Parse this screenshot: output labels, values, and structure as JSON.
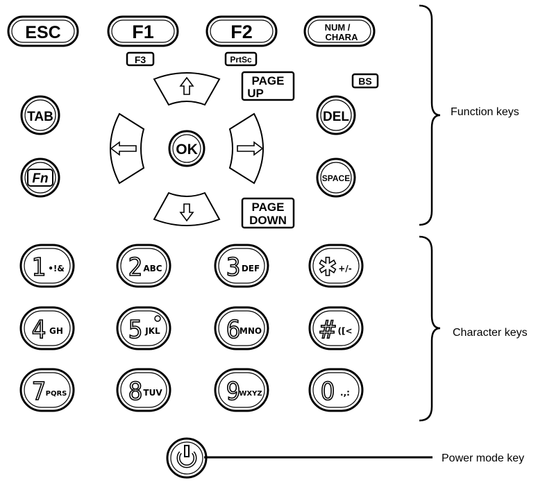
{
  "function_keys": {
    "esc": "ESC",
    "f1": "F1",
    "f2": "F2",
    "num_chara_line1": "NUM /",
    "num_chara_line2": "CHARA",
    "f3_tag": "F3",
    "prtsc_tag": "PrtSc",
    "page_up_line1": "PAGE",
    "page_up_line2": "UP",
    "bs_tag": "BS",
    "tab": "TAB",
    "del": "DEL",
    "ok": "OK",
    "fn": "Fn",
    "space": "SPACE",
    "page_down_line1": "PAGE",
    "page_down_line2": "DOWN"
  },
  "character_keys": [
    {
      "main": "1",
      "sub": "•!&"
    },
    {
      "main": "2",
      "sub": "ABC"
    },
    {
      "main": "3",
      "sub": "DEF"
    },
    {
      "main": "✱",
      "sub": "+/-"
    },
    {
      "main": "4",
      "sub": "GH"
    },
    {
      "main": "5",
      "sub": "JKL"
    },
    {
      "main": "6",
      "sub": "MNO"
    },
    {
      "main": "#",
      "sub": "([<"
    },
    {
      "main": "7",
      "sub": "PQRS"
    },
    {
      "main": "8",
      "sub": "TUV"
    },
    {
      "main": "9",
      "sub": "WXYZ"
    },
    {
      "main": "0",
      "sub": ".,:"
    }
  ],
  "labels": {
    "function_keys": "Function keys",
    "character_keys": "Character keys",
    "power_mode_key": "Power mode key"
  },
  "icons": {
    "up": "arrow-up-icon",
    "down": "arrow-down-icon",
    "left": "arrow-left-icon",
    "right": "arrow-right-icon",
    "power": "power-icon"
  }
}
